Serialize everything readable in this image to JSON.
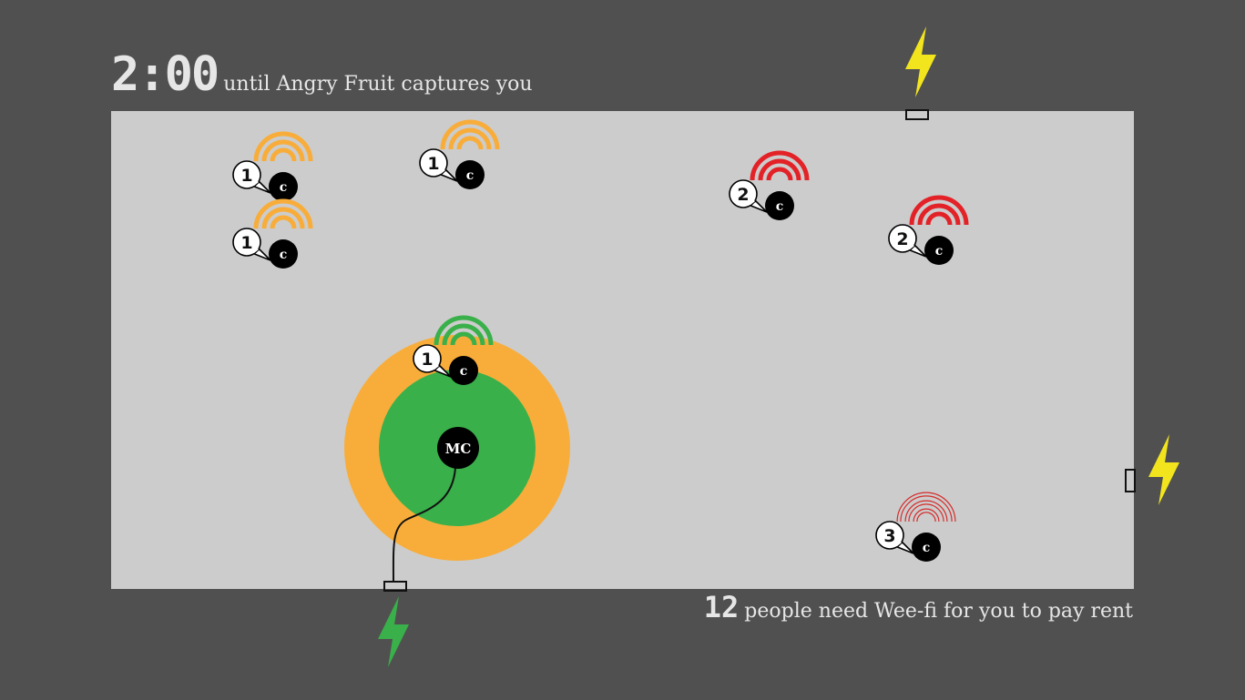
{
  "hud": {
    "timer": "2:00",
    "timer_suffix": "until Angry Fruit captures you",
    "people_count": "12",
    "people_suffix": "people need Wee-fi for you to pay rent"
  },
  "colors": {
    "background": "#505050",
    "arena": "#cccccc",
    "router_range_outer": "#f8ad3a",
    "router_range_inner": "#39b04a",
    "signal_strong": "#39b04a",
    "signal_medium": "#f8ad3a",
    "signal_weak": "#e32228",
    "power_active": "#39b04a",
    "power_inactive": "#f2e51e"
  },
  "player": {
    "label": "MC"
  },
  "customers": [
    {
      "label": "c",
      "need": "1",
      "signal": "medium"
    },
    {
      "label": "c",
      "need": "1",
      "signal": "medium"
    },
    {
      "label": "c",
      "need": "1",
      "signal": "medium"
    },
    {
      "label": "c",
      "need": "2",
      "signal": "weak"
    },
    {
      "label": "c",
      "need": "2",
      "signal": "weak"
    },
    {
      "label": "c",
      "need": "1",
      "signal": "strong"
    },
    {
      "label": "c",
      "need": "3",
      "signal": "none"
    }
  ],
  "outlets": [
    {
      "name": "outlet-top",
      "status": "inactive"
    },
    {
      "name": "outlet-right",
      "status": "inactive"
    },
    {
      "name": "outlet-bottom",
      "status": "active"
    }
  ]
}
